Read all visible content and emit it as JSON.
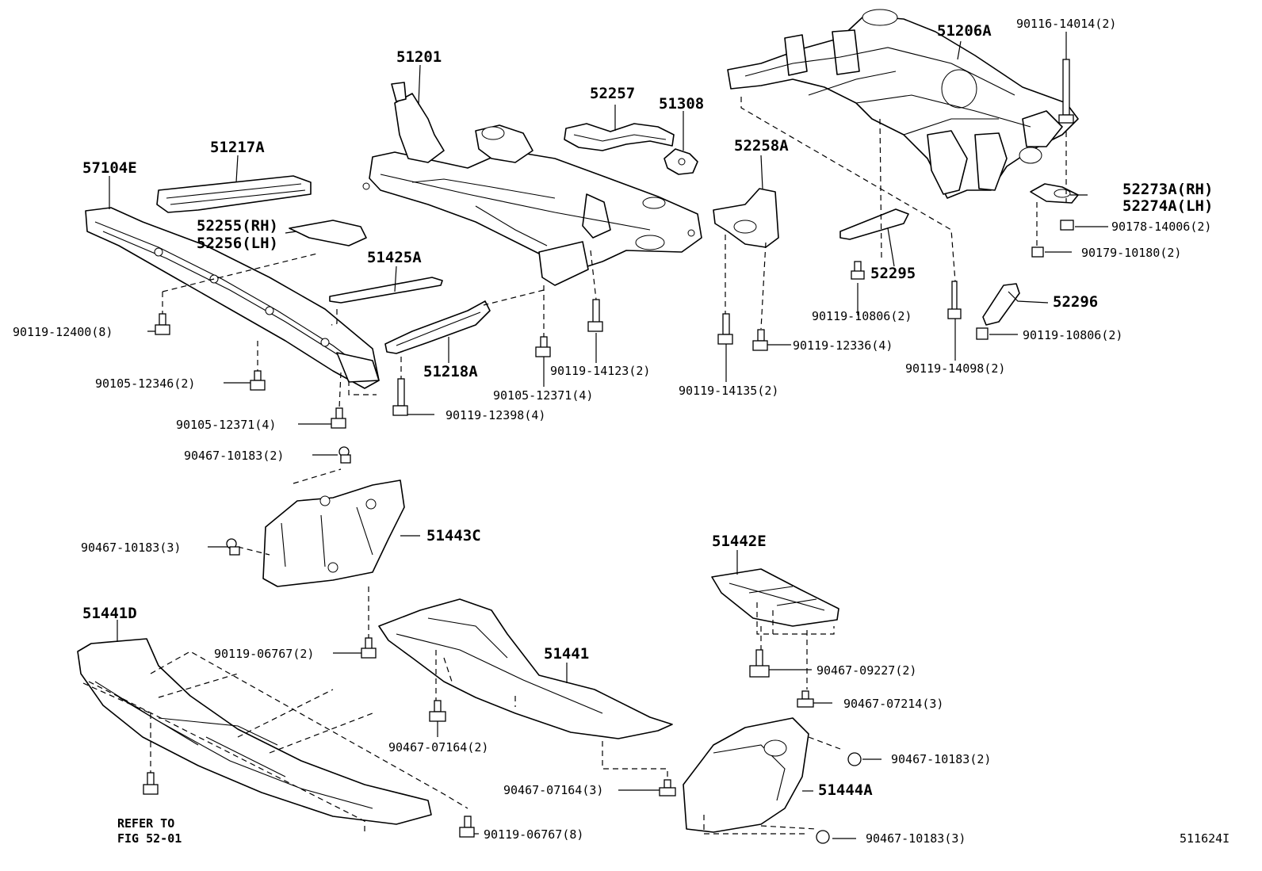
{
  "diagram_id": "511624I",
  "parts": {
    "p51201": "51201",
    "p51206a": "51206A",
    "p52257": "52257",
    "p51308": "51308",
    "p51217a": "51217A",
    "p57104e": "57104E",
    "p52255": "52255(RH)",
    "p52256": "52256(LH)",
    "p51425a": "51425A",
    "p51218a": "51218A",
    "p52258a": "52258A",
    "p52273a": "52273A(RH)",
    "p52274a": "52274A(LH)",
    "p52295": "52295",
    "p52296": "52296",
    "p51443c": "51443C",
    "p51442e": "51442E",
    "p51441d": "51441D",
    "p51441": "51441",
    "p51444a": "51444A"
  },
  "fasteners": {
    "f90116_14014": "90116-14014(2)",
    "f90178_14006": "90178-14006(2)",
    "f90179_10180": "90179-10180(2)",
    "f90119_10806_a": "90119-10806(2)",
    "f90119_10806_b": "90119-10806(2)",
    "f90119_12336": "90119-12336(4)",
    "f90119_14098": "90119-14098(2)",
    "f90119_14135": "90119-14135(2)",
    "f90119_14123": "90119-14123(2)",
    "f90105_12371_a": "90105-12371(4)",
    "f90105_12371_b": "90105-12371(4)",
    "f90119_12398": "90119-12398(4)",
    "f90119_12400": "90119-12400(8)",
    "f90105_12346": "90105-12346(2)",
    "f90467_10183_a": "90467-10183(2)",
    "f90467_10183_b": "90467-10183(3)",
    "f90467_10183_c": "90467-10183(2)",
    "f90467_10183_d": "90467-10183(3)",
    "f90119_06767_a": "90119-06767(2)",
    "f90119_06767_b": "90119-06767(8)",
    "f90467_09227": "90467-09227(2)",
    "f90467_07214": "90467-07214(3)",
    "f90467_07164_a": "90467-07164(2)",
    "f90467_07164_b": "90467-07164(3)"
  },
  "refer": {
    "line1": "REFER TO",
    "line2": "FIG 52-01"
  }
}
